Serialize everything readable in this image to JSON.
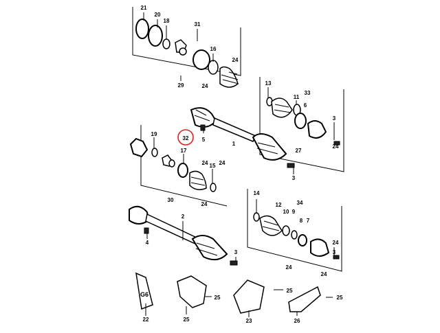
{
  "diagram": {
    "callouts": [
      "21",
      "20",
      "18",
      "31",
      "16",
      "24",
      "29",
      "24",
      "13",
      "33",
      "11",
      "6",
      "3",
      "24",
      "27",
      "19",
      "17",
      "24",
      "15",
      "24",
      "30",
      "24",
      "32",
      "5",
      "1",
      "3",
      "2",
      "4",
      "3",
      "14",
      "34",
      "12",
      "10",
      "9",
      "8",
      "7",
      "24",
      "3",
      "24",
      "24",
      "22",
      "25",
      "25",
      "23",
      "25",
      "26",
      "25"
    ],
    "highlight": {
      "label": "32",
      "color": "#e02020"
    },
    "grease_tube_label": "G6",
    "colors": {
      "line": "#000000",
      "highlight": "#e02020",
      "background": "#ffffff"
    }
  }
}
